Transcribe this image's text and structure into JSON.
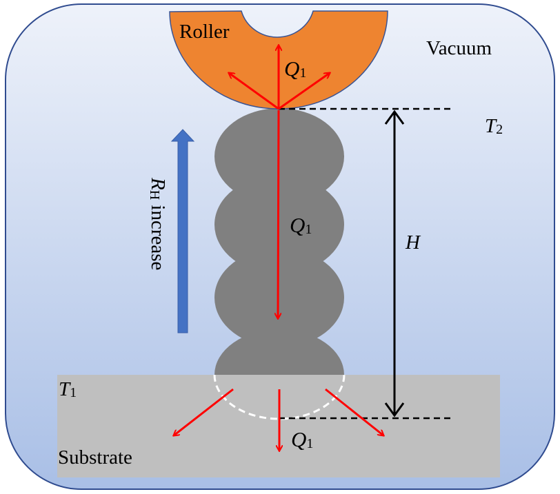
{
  "colors": {
    "background_top": "#eef2fa",
    "background_bottom": "#a9bfe6",
    "frame_stroke": "#2f4b8f",
    "roller_fill": "#ee8430",
    "roller_stroke": "#3a5494",
    "deposit_fill": "#808080",
    "substrate_fill": "#bfbfbf",
    "heat_arrow": "#ff0000",
    "dimension_line": "#000000",
    "direction_arrow": "#4472c4",
    "melt_pool_outline": "#ffffff"
  },
  "labels": {
    "roller": "Roller",
    "vacuum": "Vacuum",
    "substrate": "Substrate",
    "heat_symbol": "Q",
    "heat_subscript": "1",
    "top_temp_symbol": "T",
    "top_temp_subscript": "2",
    "bottom_temp_symbol": "T",
    "bottom_temp_subscript": "1",
    "height_symbol": "H",
    "rh_symbol": "R",
    "rh_subscript": "H",
    "rh_text": " increase"
  }
}
